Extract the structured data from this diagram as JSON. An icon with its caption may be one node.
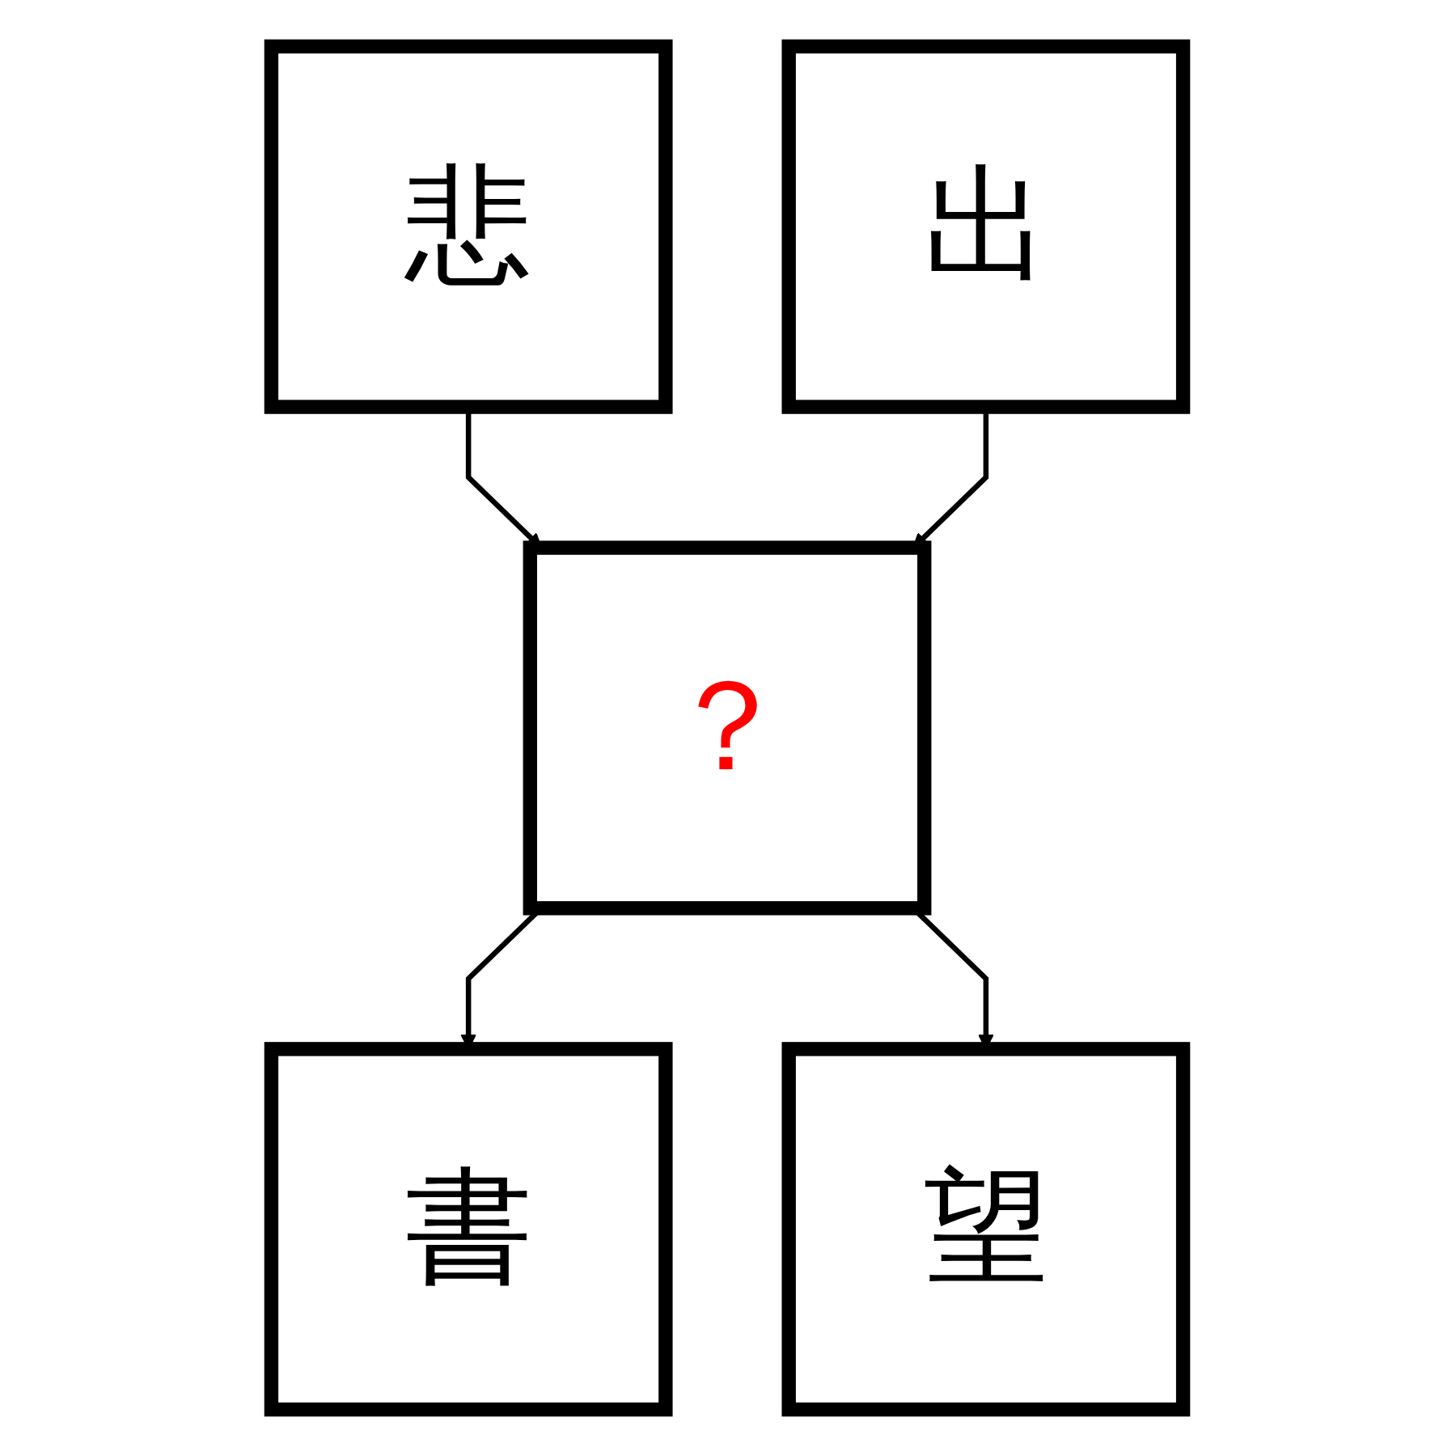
{
  "diagram": {
    "nodes": [
      {
        "text": [
          "悲"
        ]
      },
      {
        "text": [
          "出"
        ]
      },
      {
        "text": [
          "？"
        ]
      },
      {
        "text": [
          "書"
        ]
      },
      {
        "text": [
          "望"
        ]
      }
    ],
    "edges": [
      {
        "from": 0,
        "to": 2,
        "arrow": "to"
      },
      {
        "from": 1,
        "to": 2,
        "arrow": "to"
      },
      {
        "from": 2,
        "to": 3,
        "arrow": "to"
      },
      {
        "from": 2,
        "to": 4,
        "arrow": "to"
      }
    ]
  }
}
